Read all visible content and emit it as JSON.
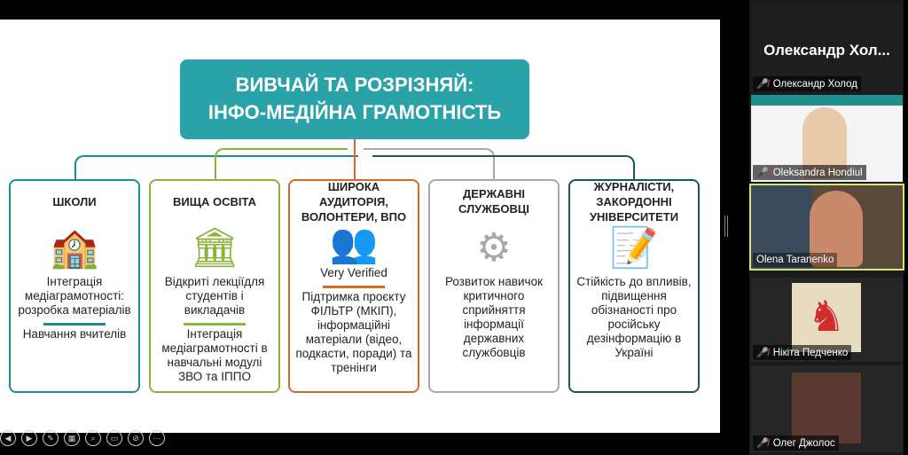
{
  "slide": {
    "title_line1": "ВИВЧАЙ ТА РОЗРІЗНЯЙ:",
    "title_line2": "ІНФО-МЕДІЙНА ГРАМОТНІСТЬ",
    "boxes": [
      {
        "heading": "ШКОЛИ",
        "icon": "school-icon",
        "text1": "Інтеграція медіаграмотності: розробка матеріалів",
        "text2": "Навчання вчителів",
        "color": "#1b8d93"
      },
      {
        "heading": "ВИЩА ОСВІТА",
        "icon": "university-icon",
        "text1": "Відкриті лекціїдля студентів і викладачів",
        "text2": "Інтеграція медіаграмотності в навчальні модулі ЗВО та ІППО",
        "color": "#8db33a"
      },
      {
        "heading": "ШИРОКА АУДИТОРІЯ, ВОЛОНТЕРИ, ВПО",
        "icon": "people-icon",
        "text1": "Very Verified",
        "text2": "Підтримка проєкту ФІЛЬТР (МКІП), інформаційні матеріали (відео, подкасти, поради) та тренінги",
        "color": "#d8672c"
      },
      {
        "heading": "ДЕРЖАВНІ СЛУЖБОВЦІ",
        "icon": "gears-icon",
        "text1": "Розвиток навичок критичного сприйняття інформації державних службовців",
        "text2": "",
        "color": "#a8a8a8"
      },
      {
        "heading": "ЖУРНАЛІСТИ, ЗАКОРДОННІ УНІВЕРСИТЕТИ",
        "icon": "document-pen-icon",
        "text1": "Стійкість до впливів, підвищення обізнаності про російську дезінформацію в Україні",
        "text2": "",
        "color": "#17585a"
      }
    ]
  },
  "participants": {
    "active_speaker_name": "Олександр Хол...",
    "list": [
      {
        "name": "Олександр Холод",
        "muted": true
      },
      {
        "name": "Oleksandra Hondiul",
        "muted": true
      },
      {
        "name": "Olena Taranenko",
        "muted": false
      },
      {
        "name": "Нікіта Педченко",
        "muted": true
      },
      {
        "name": "Олег Джолос",
        "muted": true
      }
    ]
  }
}
